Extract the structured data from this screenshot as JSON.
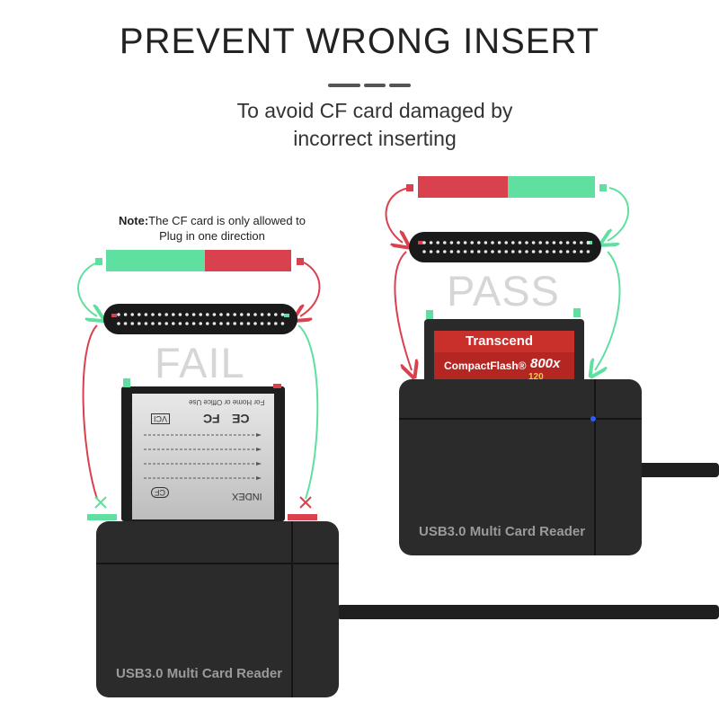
{
  "header": {
    "title": "PREVENT WRONG INSERT",
    "subtitle_line1": "To avoid CF card damaged by",
    "subtitle_line2": "incorrect inserting"
  },
  "note": {
    "label": "Note:",
    "line1": "The CF card is only allowed to",
    "line2": "Plug in one direction"
  },
  "fail_scene": {
    "state_label": "FAIL",
    "card_back_text": [
      "For Home or Office Use",
      "INDEX",
      "FC",
      "CE",
      "VCI",
      "CF"
    ],
    "reader_label": "USB3.0 Multi Card Reader"
  },
  "pass_scene": {
    "state_label": "PASS",
    "card_brand": "Transcend",
    "card_type": "CompactFlash®",
    "card_speed": "800x",
    "card_capacity": "120",
    "reader_label": "USB3.0 Multi Card Reader"
  },
  "colors": {
    "green": "#5fe0a0",
    "red": "#d9414f",
    "reader": "#2b2b2b",
    "led": "#2a5cff"
  }
}
